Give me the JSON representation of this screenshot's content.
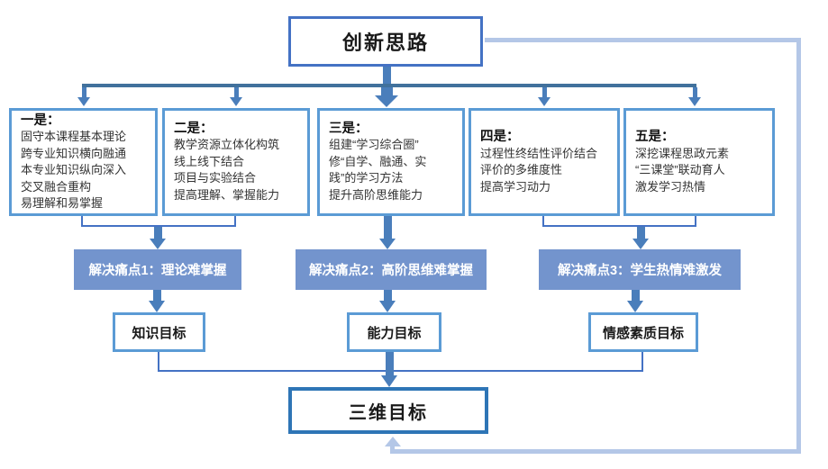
{
  "diagram": {
    "title": "创新思路",
    "strategies": [
      {
        "label": "一是：",
        "lines": [
          "固守本课程基本理论",
          "跨专业知识横向融通",
          "本专业知识纵向深入",
          "交叉融合重构",
          "易理解和易掌握"
        ]
      },
      {
        "label": "二是：",
        "lines": [
          "教学资源立体化构筑",
          "线上线下结合",
          "项目与实验结合",
          "提高理解、掌握能力"
        ]
      },
      {
        "label": "三是：",
        "lines": [
          "组建“学习综合圈”",
          "修“自学、融通、实践”的学习方法",
          "提升高阶思维能力"
        ]
      },
      {
        "label": "四是：",
        "lines": [
          "过程性终结性评价结合",
          "评价的多维度性",
          "提高学习动力"
        ]
      },
      {
        "label": "五是：",
        "lines": [
          "深挖课程思政元素",
          "“三课堂”联动育人",
          "激发学习热情"
        ]
      }
    ],
    "pain_points": [
      "解决痛点1：理论难掌握",
      "解决痛点2：高阶思维难掌握",
      "解决痛点3：学生热情难激发"
    ],
    "goals": [
      "知识目标",
      "能力目标",
      "情感素质目标"
    ],
    "final_goal": "三维目标",
    "colors": {
      "title_border": "#4472c4",
      "box_border": "#5b9bd5",
      "final_border": "#2e75b6",
      "bar_fill": "#7394cd",
      "arrow": "#4a7ebb",
      "connector": "#41719c",
      "feedback": "#b4c7e7"
    }
  }
}
